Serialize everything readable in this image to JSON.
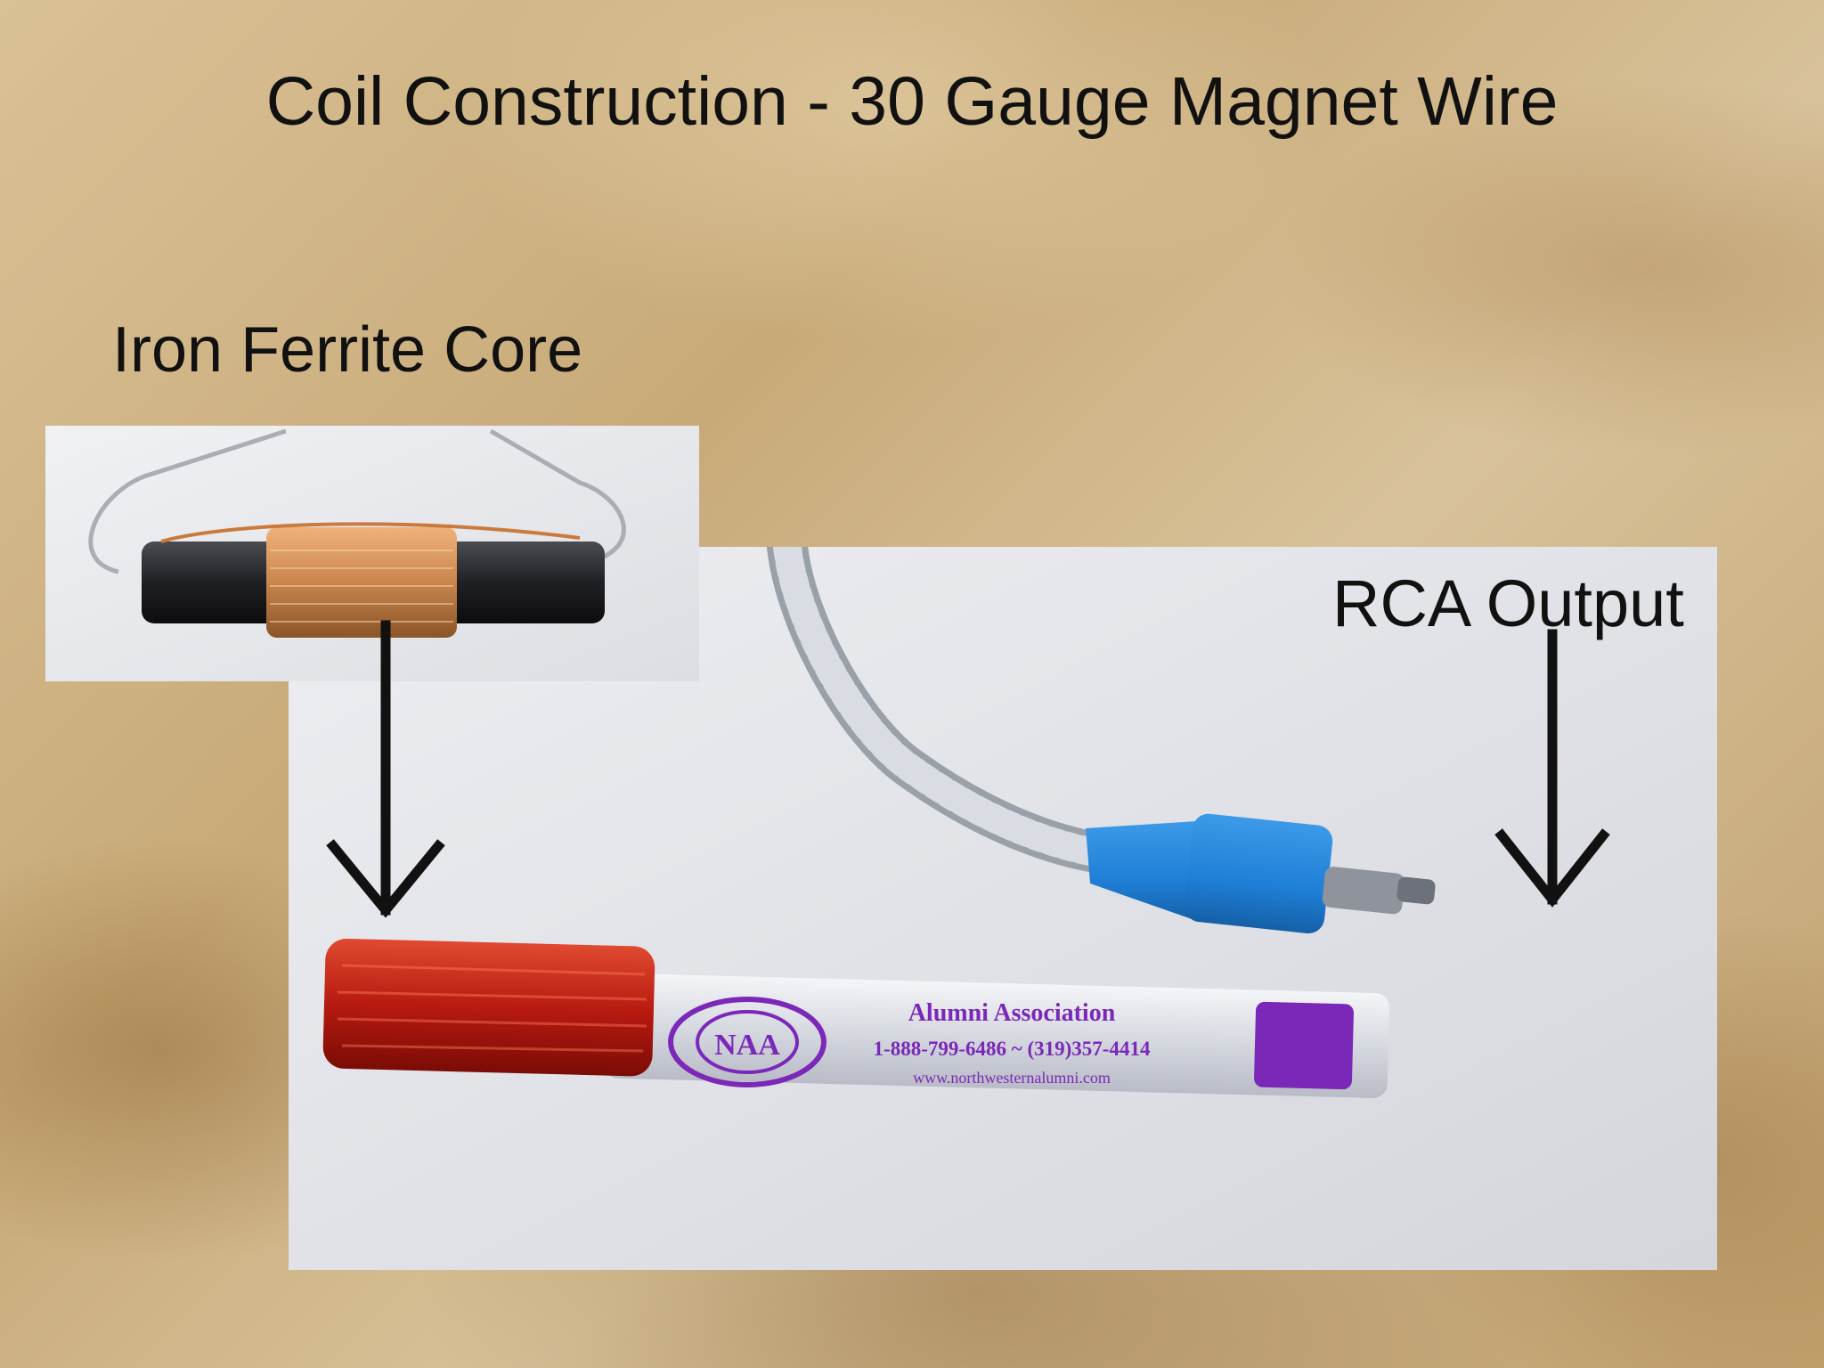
{
  "slide": {
    "title": "Coil Construction - 30 Gauge Magnet Wire",
    "label_core": "Iron Ferrite Core",
    "label_output": "RCA Output"
  },
  "pen_print": {
    "line1": "Alumni Association",
    "line2": "1-888-799-6486 ~ (319)357-4414",
    "line3": "www.northwesternalumni.com"
  },
  "colors": {
    "background": "#c9ae80",
    "copper_coil": "#c9864e",
    "red_coil": "#c41f12",
    "rca_blue": "#1f7fd6",
    "print_purple": "#7b28b8",
    "arrow": "#111111"
  }
}
